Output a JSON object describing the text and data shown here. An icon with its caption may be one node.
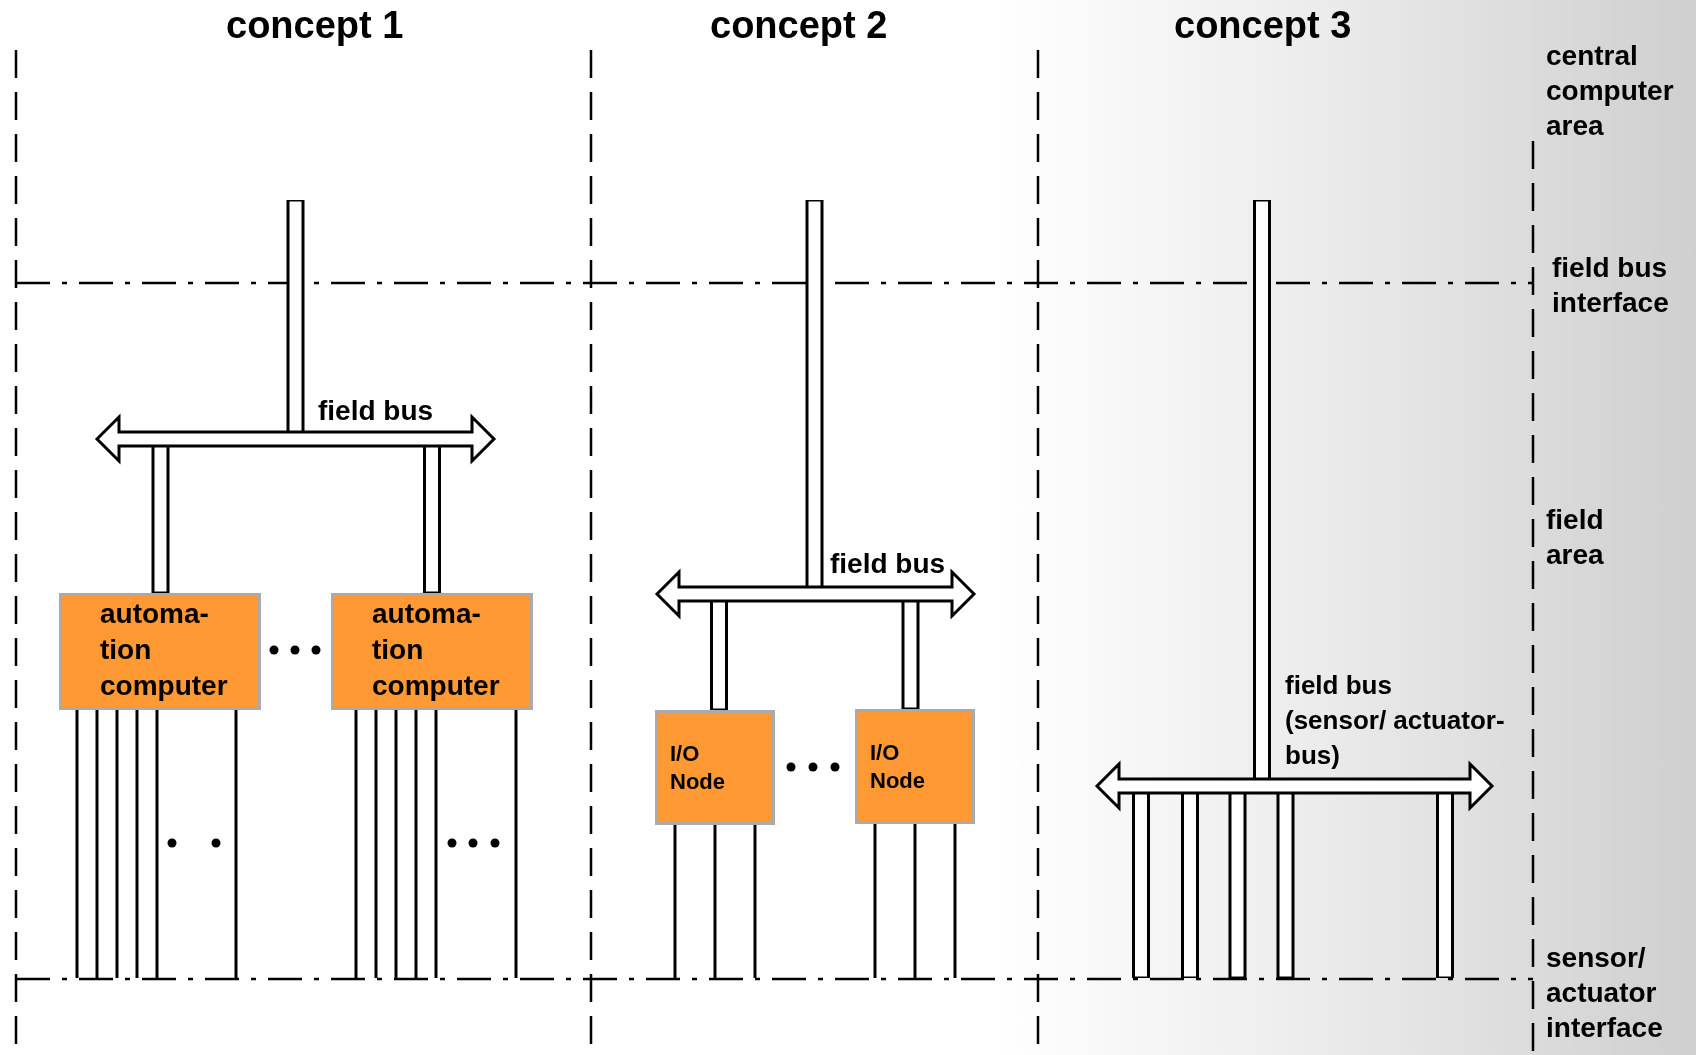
{
  "diagram": {
    "nodes": [
      {
        "text": [
          "field bus"
        ]
      },
      {
        "text": [
          "automa- tion computer"
        ]
      },
      {
        "text": [
          "automa- tion computer"
        ]
      },
      {
        "text": [
          "field bus"
        ]
      },
      {
        "text": [
          "I/O Node"
        ]
      },
      {
        "text": [
          "I/O Node"
        ]
      },
      {
        "text": [
          "field bus",
          "(sensor/ actuator-bus)"
        ]
      }
    ],
    "edges": [
      {
        "from": null,
        "to": 0,
        "arrow": "none",
        "style": "thick"
      },
      {
        "from": 0,
        "to": 1,
        "arrow": "none",
        "style": "thick"
      },
      {
        "from": 0,
        "to": 2,
        "arrow": "none",
        "style": "thick"
      },
      {
        "from": 1,
        "to": null,
        "arrow": "none"
      },
      {
        "from": 1,
        "to": null,
        "arrow": "none"
      },
      {
        "from": 1,
        "to": null,
        "arrow": "none"
      },
      {
        "from": 1,
        "to": null,
        "arrow": "none"
      },
      {
        "from": 1,
        "to": null,
        "arrow": "none"
      },
      {
        "from": 1,
        "to": null,
        "arrow": "none"
      },
      {
        "from": 2,
        "to": null,
        "arrow": "none"
      },
      {
        "from": 2,
        "to": null,
        "arrow": "none"
      },
      {
        "from": 2,
        "to": null,
        "arrow": "none"
      },
      {
        "from": 2,
        "to": null,
        "arrow": "none"
      },
      {
        "from": 2,
        "to": null,
        "arrow": "none"
      },
      {
        "from": 2,
        "to": null,
        "arrow": "none"
      },
      {
        "from": null,
        "to": 3,
        "arrow": "none",
        "style": "thick"
      },
      {
        "from": 3,
        "to": 4,
        "arrow": "none",
        "style": "thick"
      },
      {
        "from": 3,
        "to": 5,
        "arrow": "none",
        "style": "thick"
      },
      {
        "from": 4,
        "to": null,
        "arrow": "none"
      },
      {
        "from": 4,
        "to": null,
        "arrow": "none"
      },
      {
        "from": 4,
        "to": null,
        "arrow": "none"
      },
      {
        "from": 5,
        "to": null,
        "arrow": "none"
      },
      {
        "from": 5,
        "to": null,
        "arrow": "none"
      },
      {
        "from": 5,
        "to": null,
        "arrow": "none"
      },
      {
        "from": null,
        "to": 6,
        "arrow": "none",
        "style": "thick"
      },
      {
        "from": 6,
        "to": null,
        "arrow": "none",
        "style": "thick"
      },
      {
        "from": 6,
        "to": null,
        "arrow": "none",
        "style": "thick"
      },
      {
        "from": 6,
        "to": null,
        "arrow": "none",
        "style": "thick"
      },
      {
        "from": 6,
        "to": null,
        "arrow": "none",
        "style": "thick"
      },
      {
        "from": 6,
        "to": null,
        "arrow": "none",
        "style": "thick"
      }
    ],
    "labels": [
      "concept 1",
      "concept 2",
      "concept 3",
      "central computer area",
      "field bus interface",
      "field area",
      "sensor/ actuator interface"
    ]
  }
}
